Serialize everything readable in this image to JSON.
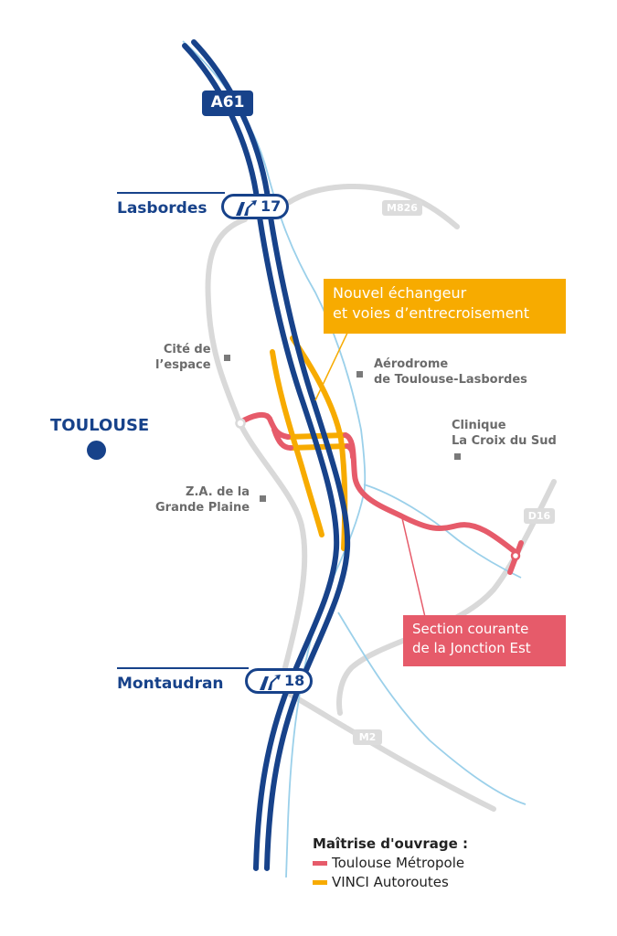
{
  "colors": {
    "highway": "#17428a",
    "river": "#9bd0ea",
    "local_road": "#d9d9d9",
    "toulouse_metropole": "#e65b6a",
    "vinci_autoroutes": "#f7ab00",
    "poi_text": "#6b6b6b"
  },
  "highway": {
    "shield": "A61"
  },
  "exits": [
    {
      "number": "17",
      "name": "Lasbordes"
    },
    {
      "number": "18",
      "name": "Montaudran"
    }
  ],
  "road_labels": {
    "m826": "M826",
    "d16": "D16",
    "m2": "M2"
  },
  "city": {
    "name": "TOULOUSE"
  },
  "pois": {
    "cite_espace": [
      "Cité de",
      "l’espace"
    ],
    "aerodrome": [
      "Aérodrome",
      "de Toulouse-Lasbordes"
    ],
    "clinique": [
      "Clinique",
      "La Croix du Sud"
    ],
    "za_grande_plaine": [
      "Z.A. de la",
      "Grande Plaine"
    ]
  },
  "callouts": {
    "vinci": [
      "Nouvel échangeur",
      "et voies d’entrecroisement"
    ],
    "metropole": [
      "Section courante",
      "de la Jonction Est"
    ]
  },
  "legend": {
    "title": "Maîtrise d'ouvrage :",
    "items": [
      {
        "label": "Toulouse Métropole",
        "color": "#e65b6a"
      },
      {
        "label": "VINCI Autoroutes",
        "color": "#f7ab00"
      }
    ]
  }
}
